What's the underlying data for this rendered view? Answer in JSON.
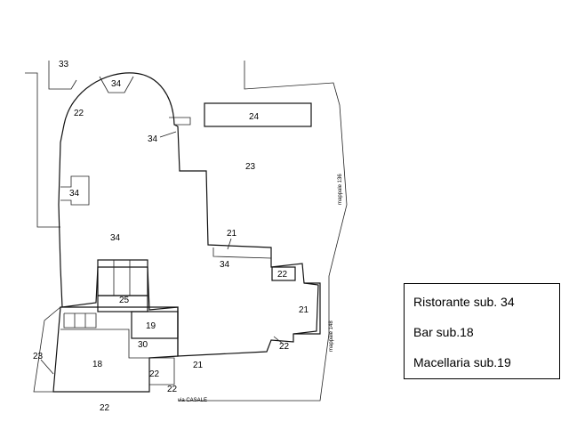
{
  "plan": {
    "labels": {
      "lbl_33": "33",
      "lbl_34_top": "34",
      "lbl_22_top": "22",
      "lbl_24": "24",
      "lbl_34_arrow": "34",
      "lbl_23_right": "23",
      "lbl_34_left": "34",
      "lbl_34_main": "34",
      "lbl_21_a": "21",
      "lbl_34_corr": "34",
      "lbl_22_box": "22",
      "lbl_21_right": "21",
      "lbl_25": "25",
      "lbl_19": "19",
      "lbl_30": "30",
      "lbl_23_left": "23",
      "lbl_18": "18",
      "lbl_22_mid": "22",
      "lbl_21_bottom": "21",
      "lbl_22_bottom": "22",
      "lbl_22_lower": "22",
      "lbl_22_right": "22",
      "street": "via CASALE",
      "mappale_136": "mappale 136",
      "mappale_148": "mappale 148"
    }
  },
  "legend": {
    "items": [
      "Ristorante sub. 34",
      "Bar sub.18",
      "Macellaria sub.19"
    ]
  }
}
